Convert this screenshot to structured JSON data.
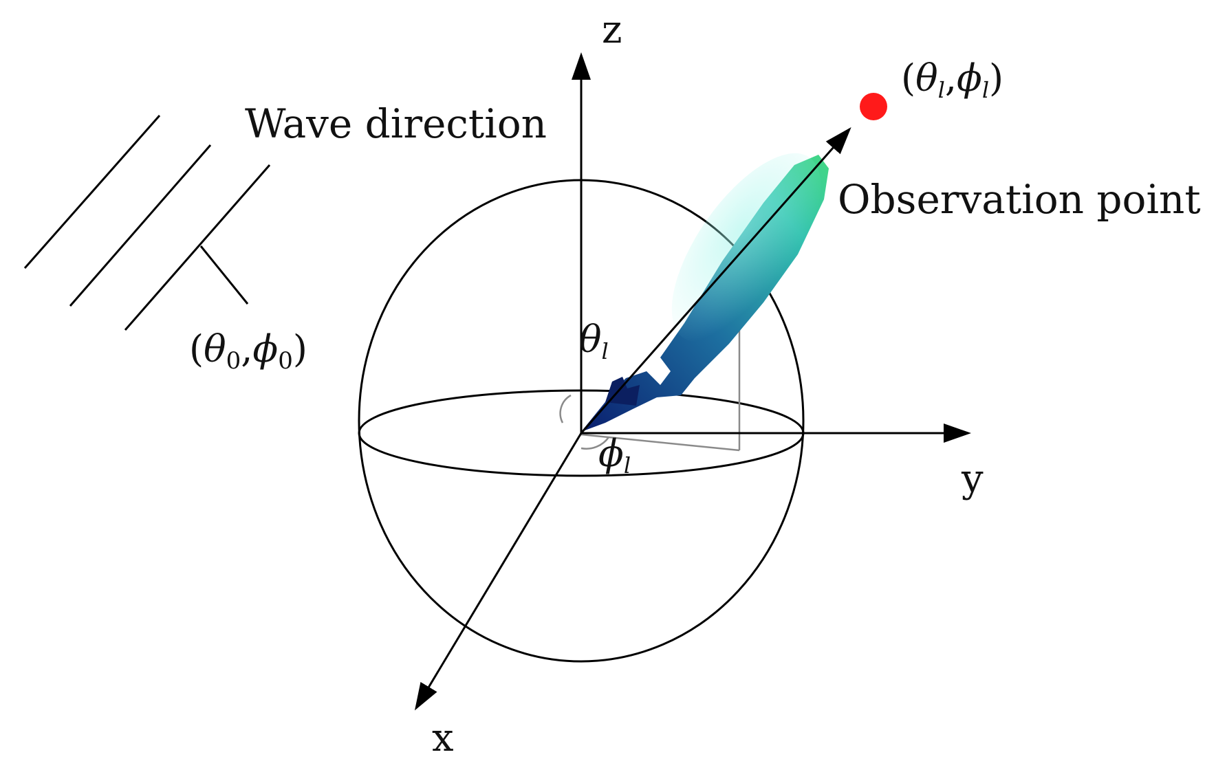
{
  "diagram": {
    "axes": {
      "z": "z",
      "y": "y",
      "x": "x"
    },
    "wave": {
      "label": "Wave direction",
      "angle_symbol": "θ",
      "angle_sub": "0",
      "az_symbol": "ϕ",
      "az_sub": "0"
    },
    "observation": {
      "label": "Observation point",
      "theta": "θ",
      "phi": "ϕ",
      "sub": "l",
      "point_color": "#ff1a1a"
    },
    "angles": {
      "theta": "θ",
      "phi": "ϕ",
      "sub": "l"
    },
    "lobe_colors": [
      "#0a1e6e",
      "#1d6fa0",
      "#35c3b0",
      "#43d882"
    ]
  }
}
